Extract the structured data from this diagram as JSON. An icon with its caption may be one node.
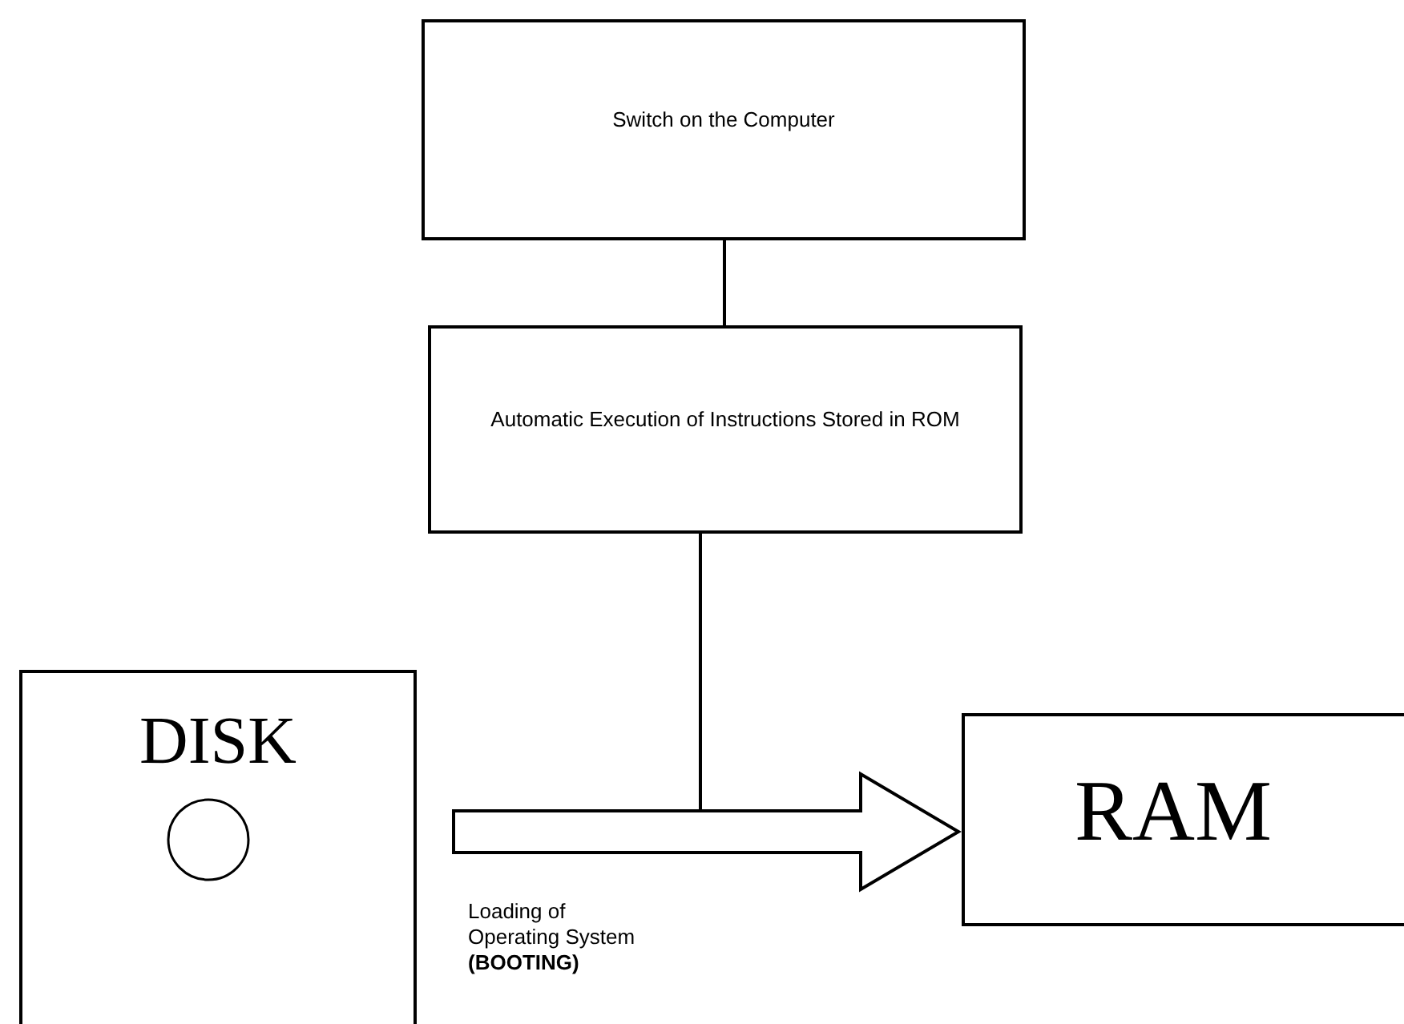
{
  "diagram": {
    "nodes": [
      {
        "text": [
          "Switch on the Computer"
        ]
      },
      {
        "text": [
          "Automatic Execution of Instructions Stored in ROM"
        ]
      },
      {
        "text": [
          "DISK"
        ]
      },
      {
        "text": [
          "RAM"
        ]
      }
    ],
    "edges": [
      {
        "from": 0,
        "to": 1,
        "arrow": "none"
      },
      {
        "from": 1,
        "to": null,
        "arrow": "none"
      },
      {
        "from": 2,
        "to": 3,
        "arrow": "to",
        "label": "Loading of Operating System **(BOOTING)**"
      }
    ]
  }
}
